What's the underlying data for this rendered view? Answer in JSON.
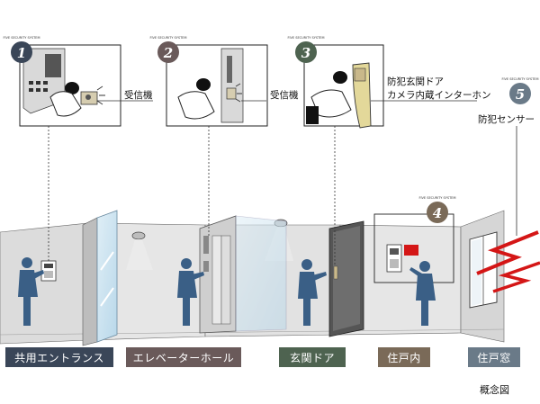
{
  "callouts": {
    "receiver_1": "受信機",
    "receiver_2": "受信機",
    "door_line1": "防犯玄関ドア",
    "door_line2": "カメラ内蔵インターホン",
    "sensor": "防犯センサー"
  },
  "badges": [
    {
      "number": "1"
    },
    {
      "number": "2"
    },
    {
      "number": "3"
    },
    {
      "number": "4"
    },
    {
      "number": "5"
    }
  ],
  "badge_text": "FIVE SECURITY SYSTEM",
  "zones": [
    {
      "label": "共用エントランス",
      "color": "#3a4658"
    },
    {
      "label": "エレベーターホール",
      "color": "#6a5a5a"
    },
    {
      "label": "玄関ドア",
      "color": "#4e6350"
    },
    {
      "label": "住戸内",
      "color": "#7a6a58"
    },
    {
      "label": "住戸窓",
      "color": "#6a7a88"
    }
  ],
  "colors": {
    "figure": "#3a5f86",
    "wall": "#e2e2e2",
    "wall_dark": "#c9c9c9",
    "alert": "#d41616"
  },
  "note": "概念図"
}
